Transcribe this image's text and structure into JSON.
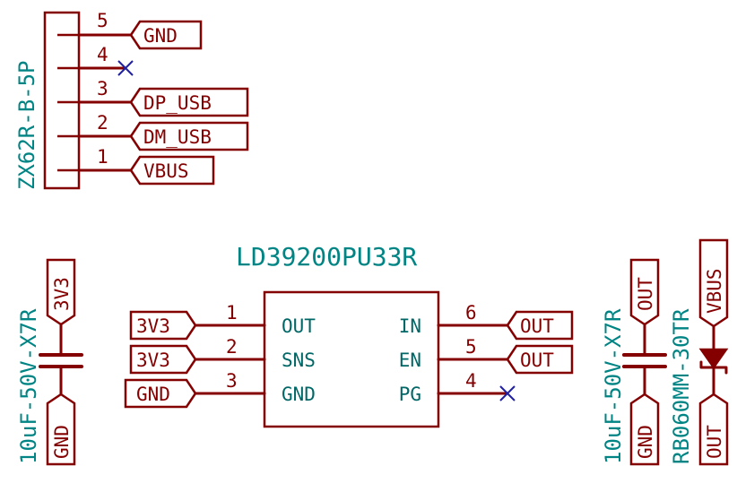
{
  "connector": {
    "value": "ZX62R-B-5P",
    "pins": [
      {
        "number": "5",
        "net": "GND"
      },
      {
        "number": "4",
        "net": ""
      },
      {
        "number": "3",
        "net": "DP_USB"
      },
      {
        "number": "2",
        "net": "DM_USB"
      },
      {
        "number": "1",
        "net": "VBUS"
      }
    ]
  },
  "regulator": {
    "value": "LD39200PU33R",
    "left_pins": [
      {
        "number": "1",
        "name": "OUT",
        "net": "3V3"
      },
      {
        "number": "2",
        "name": "SNS",
        "net": "3V3"
      },
      {
        "number": "3",
        "name": "GND",
        "net": "GND"
      }
    ],
    "right_pins": [
      {
        "number": "6",
        "name": "IN",
        "net": "OUT"
      },
      {
        "number": "5",
        "name": "EN",
        "net": "OUT"
      },
      {
        "number": "4",
        "name": "PG",
        "net": ""
      }
    ]
  },
  "cap_left": {
    "value": "10uF-50V-X7R",
    "top_net": "3V3",
    "bottom_net": "GND"
  },
  "cap_right": {
    "value": "10uF-50V-X7R",
    "top_net": "OUT",
    "bottom_net": "GND"
  },
  "diode": {
    "value": "RB060MM-30TR",
    "top_net": "VBUS",
    "bottom_net": "OUT"
  },
  "colors": {
    "wire": "#840000",
    "component_text": "#008484",
    "no_connect": "#2020a0",
    "background": "#ffffff"
  }
}
